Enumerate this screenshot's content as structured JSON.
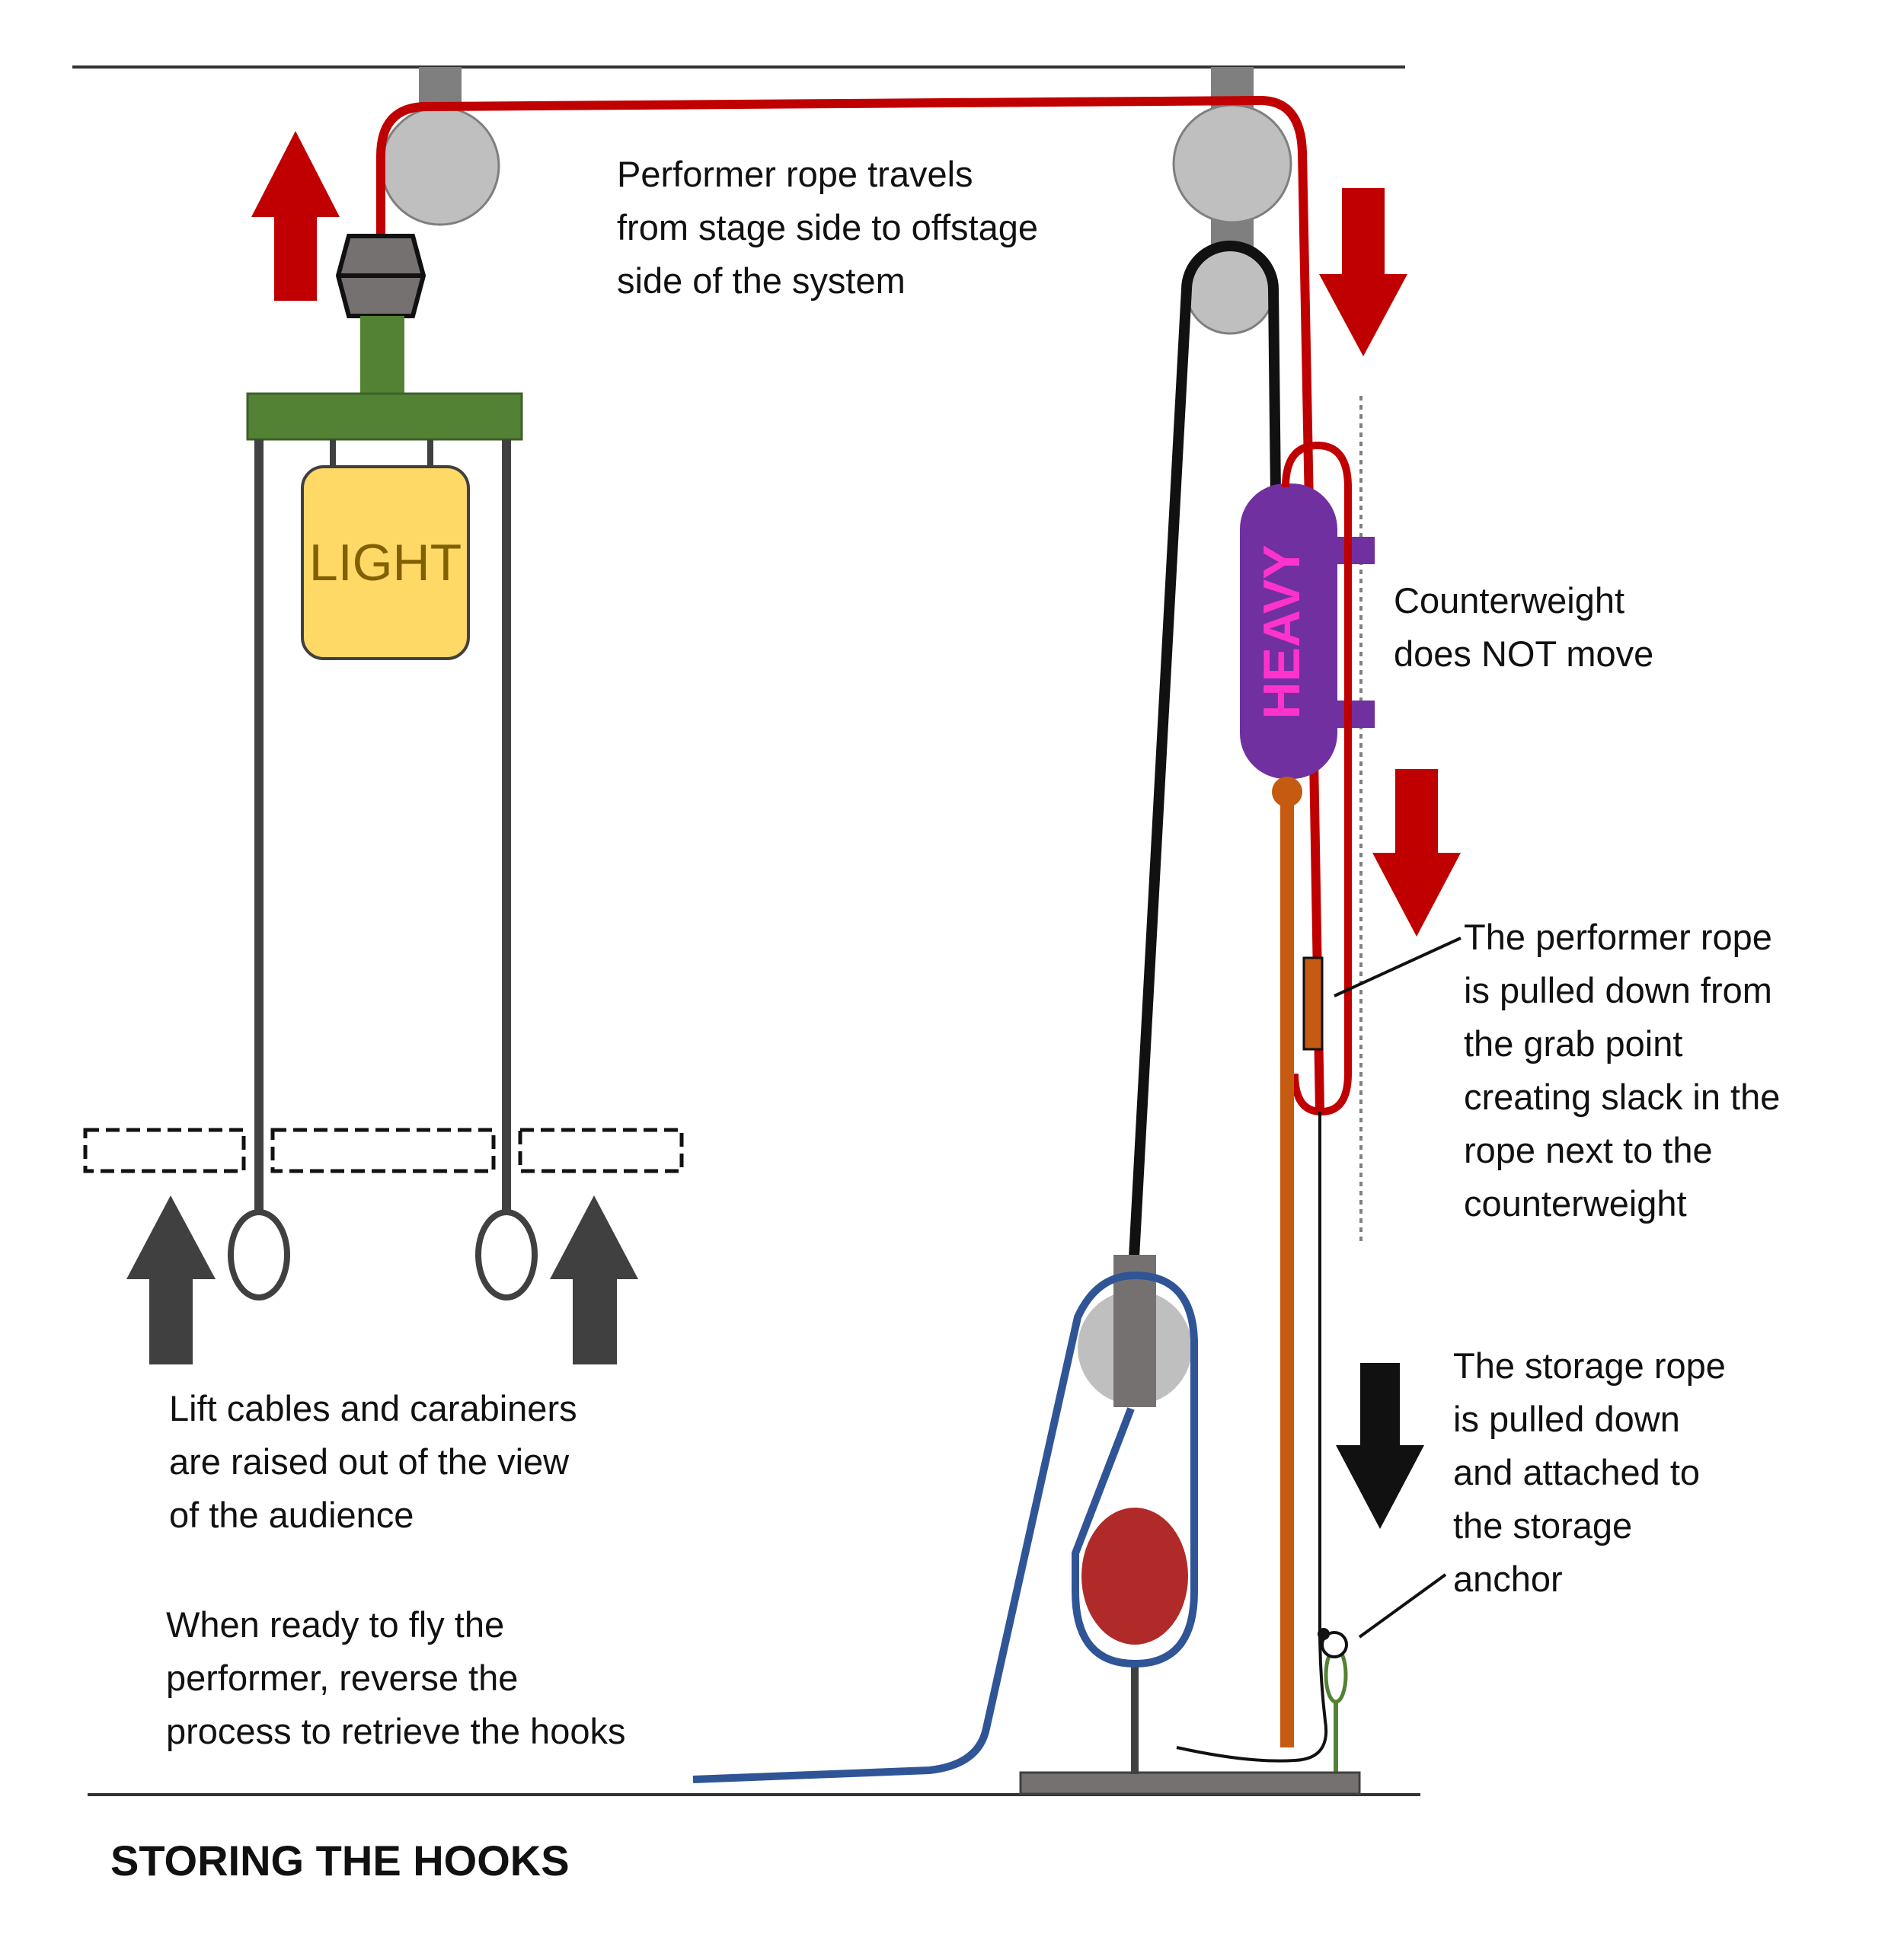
{
  "title": "STORING THE HOOKS",
  "labels": {
    "light_box": "LIGHT",
    "counterweight_box": "HEAVY"
  },
  "notes": {
    "performer_rope_travels": [
      "Performer rope travels",
      "from stage side to offstage",
      "side of the system"
    ],
    "counterweight_static": [
      "Counterweight",
      "does NOT move"
    ],
    "performer_rope_pulled": [
      "The performer rope",
      "is pulled down from",
      "the grab point",
      "creating slack in the",
      "rope next to the",
      "counterweight"
    ],
    "storage_rope": [
      "The storage rope",
      "is pulled down",
      "and attached to",
      "the storage",
      "anchor"
    ],
    "lift_cables": [
      "Lift cables and carabiners",
      "are raised out of the view",
      "of the audience"
    ],
    "reverse_process": [
      "When ready to fly the",
      "performer, reverse the",
      "process to retrieve the hooks"
    ]
  },
  "colors": {
    "performer_rope": "#c00000",
    "pulley": "#bfbfbf",
    "mount": "#7f7f7f",
    "block": "#767171",
    "spreader_bar": "#548235",
    "light": "#ffd966",
    "counterweight": "#7030a0",
    "heavy_text": "#ff33cc",
    "orange_rod": "#c55a11",
    "blue_rope": "#2f5597",
    "red_weight": "#b02a2a",
    "cable": "#404040",
    "anchor_loop": "#548235"
  }
}
